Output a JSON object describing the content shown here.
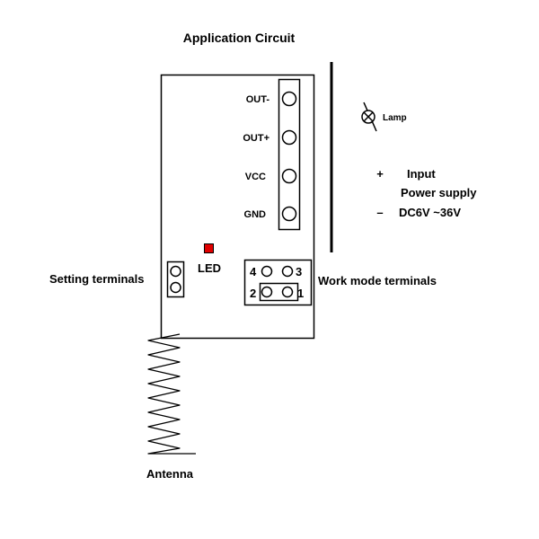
{
  "title": "Application Circuit",
  "terminals": {
    "out_minus": "OUT-",
    "out_plus": "OUT+",
    "vcc": "VCC",
    "gnd": "GND"
  },
  "lamp": {
    "label": "Lamp",
    "icon": "lamp-icon"
  },
  "power": {
    "plus_sign": "+",
    "minus_sign": "–",
    "input_label": "Input",
    "supply_label": "Power supply",
    "voltage_label": "DC6V ~36V"
  },
  "led": {
    "label": "LED",
    "color": "#e00000"
  },
  "setting_terminals": {
    "label": "Setting terminals"
  },
  "work_mode": {
    "label": "Work mode terminals",
    "pins": {
      "pin4": "4",
      "pin3": "3",
      "pin2": "2",
      "pin1": "1"
    }
  },
  "antenna": {
    "label": "Antenna"
  },
  "colors": {
    "line": "#000000",
    "background": "#ffffff"
  }
}
